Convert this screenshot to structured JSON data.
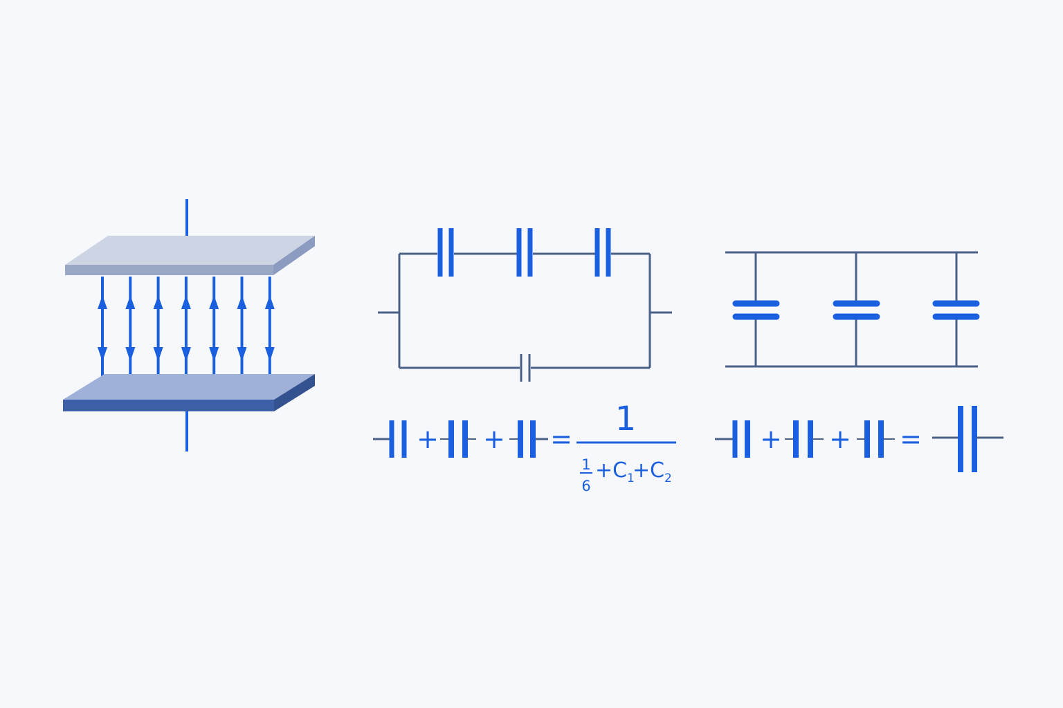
{
  "colors": {
    "background": "#f7f8fc",
    "accent_blue": "#1a5fe0",
    "wire_slate": "#4a6088",
    "plate_top_face": "#cdd5e5",
    "plate_top_front": "#9aa8c6",
    "plate_bottom_face": "#9fb1d9",
    "plate_bottom_front": "#3d5fa6"
  },
  "parallel_plate_capacitor": {
    "field_line_count": 7,
    "field_line_directions": [
      "both",
      "both",
      "both",
      "both",
      "both",
      "both",
      "both"
    ]
  },
  "series_circuit": {
    "top_capacitor_count": 3,
    "bottom_capacitor_count": 1
  },
  "parallel_circuit": {
    "capacitor_count": 3
  },
  "equation_left": {
    "operators": [
      "+",
      "+",
      "="
    ],
    "fraction_numerator": "1",
    "denominator_terms": [
      {
        "frac_num": "1",
        "frac_den": "6"
      },
      {
        "text": "+C",
        "subscript": "1"
      },
      {
        "text": "+C",
        "subscript": "2"
      }
    ]
  },
  "equation_right": {
    "operators": [
      "+",
      "+",
      "="
    ]
  }
}
